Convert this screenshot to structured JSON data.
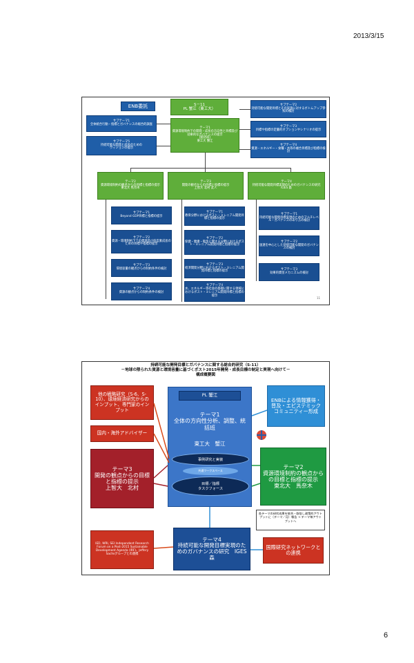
{
  "page": {
    "date": "2013/3/15",
    "number": "6"
  },
  "slide1": {
    "enb": "ENB委託",
    "top": {
      "id": "S－11",
      "pl": "PL 蟹江（東工大）"
    },
    "left_subs": [
      "サブテーマ1\n全体統合行動・指標とガバナンスの総合的調査",
      "サブテーマ5\n持続可能な開発と成長のための\nヴィジョンの提示"
    ],
    "center_theme": "テーマ1\n資源環境制約下の開発・成長の方向性と目標及び効果的なガバナンスの提示\n[統括班]\n東工大 蟹江",
    "right_subs": [
      "サブテーマ2\n持続可能な開発目標とその実施に対するボトムアップ参照の検討",
      "サブテーマ3\n目標や指標の定量的オプションやシナリオの提示",
      "サブテーマ4\n資源・エネルギー・食糧・水等の複合目標及び指標の検討"
    ],
    "themes": [
      "テーマ2\n資源環境制約の観点からの目標と指標の提示\n東北大 馬奈木",
      "テーマ3\n開発の観点からの目標と指標の提示\n上智大 北村 友人",
      "テーマ4\n持続可能な開発目標実現のためのガバナンスの研究\nIGES 森"
    ],
    "col2": [
      "サブテーマ1\nBeyond GDP目標と指標の提示",
      "サブテーマ2\n資源・環境制約下での資源及び低炭素成長のための目標や指標の提示",
      "サブテーマ3\n環境容量の観点からの制約条件の検討",
      "サブテーマ4\n資源の観点からの制約条件の検討"
    ],
    "col3": [
      "サブテーマ1\n教育分野におけるポスト・ミレニアム開発目標と指標の提示",
      "サブテーマ2\n保健・健康・衛生に関する分野におけるポスト・ミレニアム開発目標と指標の提示",
      "サブテーマ3\n経済開発分野におけるポスト・ミレニアム開発目標と指標の提示",
      "サブテーマ4\n水、エネルギー等社会の基礎に関する領域におけるポスト・ミレニアム開発目標と指標の提示"
    ],
    "col4": [
      "サブテーマ1\n持続可能な開発目標実現のためのマルチレベル・ガバナンスのあり方の検討",
      "サブテーマ2\n国連を中心とした持続可能な開発のガバナンスの検討",
      "サブテーマ3\n効果的資金メカニズムの検討"
    ],
    "slide_no": "11"
  },
  "slide2": {
    "title": "持続可能な開発目標とガバナンスに関する総合的研究（S-11）\n－地球の限られた資源と環境容量に基づくポスト2015年開発・成長目標の制定と実現へ向けて－\n構成概要図",
    "box_other": "他の戦略研究（S-6、S-10）、環境経済研究からのインプット、専門家のインプット",
    "box_adviser": "国内・海外アドバイザー",
    "box_theme3": "テーマ3\n開発の観点からの目標と指標の提示\n上智大　北村",
    "box_ifri": "IED, WRI, SEI Independent Research Forum on a Post-2015 Sustainable Development Agenda (IRF)、Jeffery Sachsグループとの連携",
    "pl": "PL 蟹江",
    "theme1": "テーマ1\n全体の方向性分析、調整、統括班",
    "theme1_org": "東工大　蟹江",
    "ell1": "事例研究と実装",
    "ell2": "共通ワークスペース",
    "ell3": "目標／指標\nタスクフォース",
    "box_enb": "ENBによる情報獲得・普及・エピステミックコミュニティー形成",
    "box_theme2": "テーマ2\n資源環境制約の観点からの目標と指標の提示\n東北大　馬奈木",
    "note": "各テーマの研究成果を統合・取捨し政策的アウトプットに（テーマ／月）報告 → テーマ毎アウトプットへ",
    "box_theme4": "テーマ4\n持続可能な開発目標実現のためのガバナンスの研究　IGES　森",
    "box_network": "国際研究ネットワークとの連携"
  }
}
